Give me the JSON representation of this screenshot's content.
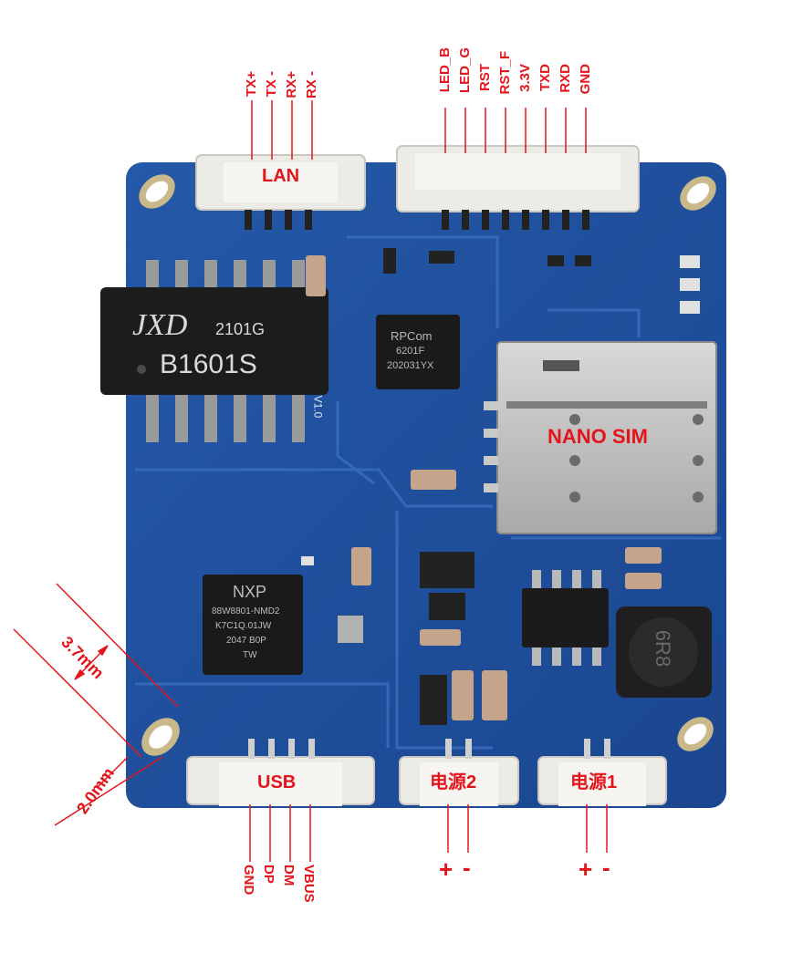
{
  "labels": {
    "lan_connector": "LAN",
    "lan_pins": [
      "TX+",
      "TX -",
      "RX+",
      "RX -"
    ],
    "top_header_pins": [
      "LED_B",
      "LED_G",
      "RST",
      "RST_F",
      "3.3V",
      "TXD",
      "RXD",
      "GND"
    ],
    "sim_slot": "NANO SIM",
    "usb_connector": "USB",
    "usb_pins": [
      "GND",
      "DP",
      "DM",
      "VBUS"
    ],
    "power2_connector": "电源2",
    "power1_connector": "电源1",
    "power2_signs": [
      "+",
      "-"
    ],
    "power1_signs": [
      "+",
      "-"
    ],
    "dim_top": "3.7mm",
    "dim_bottom": "2.0mm"
  },
  "chips": {
    "transformer_line1": "JXD",
    "transformer_line1_suffix": "2101G",
    "transformer_line2": "B1601S",
    "rpcom_line1": "RPCom",
    "rpcom_line2": "6201F",
    "rpcom_line3": "202031YX",
    "nxp_logo": "NXP",
    "nxp_line1": "88W8801-NMD2",
    "nxp_line2": "K7C1Q.01JW",
    "nxp_line3": "2047 B0P",
    "nxp_line4": "TW",
    "inductor": "6R8",
    "board_version": "V1.0"
  },
  "colors": {
    "pcb": "#1f4f9c",
    "label_red": "#e3141b",
    "connector": "#ecebe6",
    "chip": "#1a1a1a"
  }
}
